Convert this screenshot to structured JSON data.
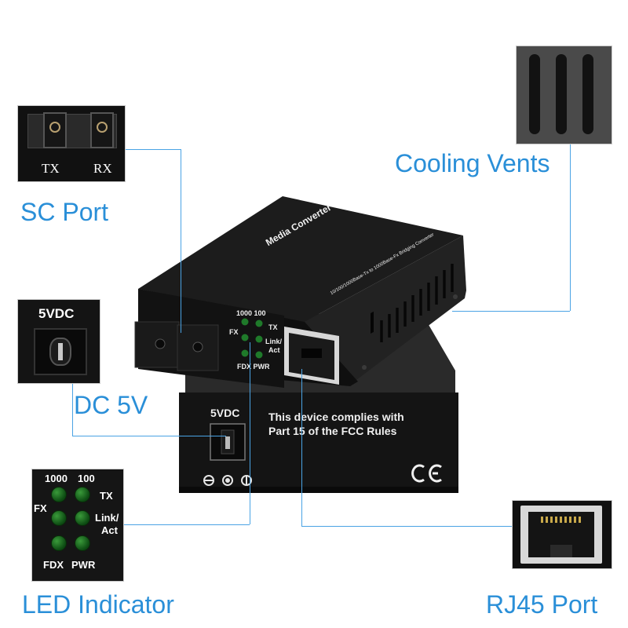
{
  "labels": {
    "sc_port": "SC Port",
    "dc": "DC 5V",
    "led_indicator": "LED Indicator",
    "cooling_vents": "Cooling Vents",
    "rj45_port": "RJ45 Port"
  },
  "sc_inset": {
    "tx": "TX",
    "rx": "RX"
  },
  "dc_inset": {
    "label": "5VDC"
  },
  "led_inset": {
    "speed_1000": "1000",
    "speed_100": "100",
    "fx": "FX",
    "tx": "TX",
    "link": "Link/",
    "act": "Act",
    "fdx": "FDX",
    "pwr": "PWR"
  },
  "device": {
    "top_title": "Media Converter",
    "top_subtitle": "10/100/1000Base-Tx to 1000Base-Fx Bridging Converter",
    "front_1000_100": "1000 100",
    "front_fx": "FX",
    "front_tx": "TX",
    "front_link": "Link/",
    "front_act": "Act",
    "front_fdx_pwr": "FDX PWR",
    "back_5vdc": "5VDC",
    "fcc_line1": "This device complies with",
    "fcc_line2": "Part 15 of the FCC Rules",
    "ce": "CE"
  },
  "colors": {
    "accent": "#2a8fd8",
    "device_body": "#1a1a1a",
    "led": "#1f7a2a"
  }
}
